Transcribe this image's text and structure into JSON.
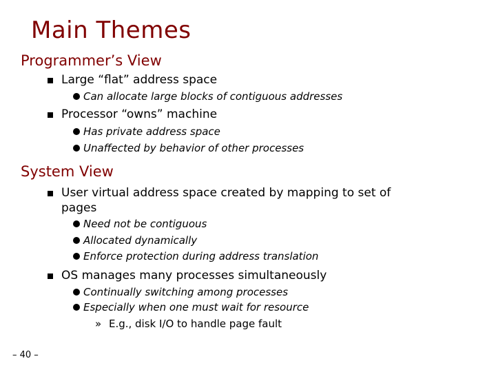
{
  "title": "Main Themes",
  "sections": [
    {
      "heading": "Programmer’s View",
      "items": [
        {
          "text": "Large “flat” address space",
          "subitems": [
            "Can allocate large blocks of contiguous addresses"
          ]
        },
        {
          "text": "Processor “owns” machine",
          "subitems": [
            "Has private address space",
            "Unaffected by behavior of other processes"
          ]
        }
      ]
    },
    {
      "heading": "System View",
      "items": [
        {
          "text_line1": "User virtual address space created by mapping to set of",
          "text_line2": "pages",
          "subitems": [
            "Need not be contiguous",
            "Allocated dynamically",
            "Enforce protection during address translation"
          ]
        },
        {
          "text": "OS manages many processes simultaneously",
          "subitems": [
            "Continually switching among processes",
            "Especially when one must wait for resource"
          ],
          "subsubitem_marker": "»",
          "subsubitem": "E.g., disk I/O to handle page fault"
        }
      ]
    }
  ],
  "footer": "– 40 –"
}
